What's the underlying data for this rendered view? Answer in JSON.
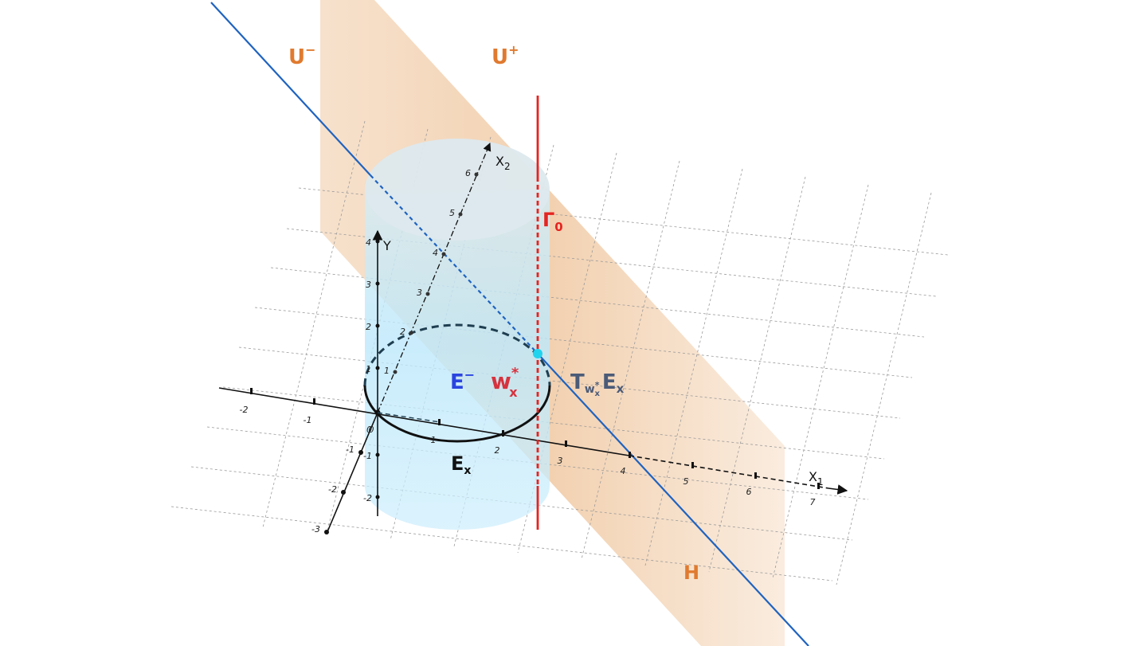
{
  "labels": {
    "u_minus": {
      "base": "U",
      "sup": "−"
    },
    "u_plus": {
      "base": "U",
      "sup": "+"
    },
    "gamma": {
      "base": "Γ",
      "sub": "0"
    },
    "e_minus": {
      "base": "E",
      "sup": "−"
    },
    "w_star": {
      "base": "w",
      "sup": "*",
      "sub": "x"
    },
    "tangent": {
      "base": "T",
      "sub_base": "w",
      "sub_sup": "*",
      "sub_sub": "x",
      "tail_base": "E",
      "tail_sub": "x"
    },
    "e_x": {
      "base": "E",
      "sub": "x"
    },
    "h": "H"
  },
  "axes": {
    "x1": {
      "name": "X",
      "sub": "1",
      "ticks": [
        "-2",
        "-1",
        "0",
        "1",
        "2",
        "3",
        "4",
        "5",
        "6",
        "7"
      ]
    },
    "y": {
      "name": "Y",
      "ticks": [
        "4",
        "3",
        "2",
        "1",
        "0",
        "-1",
        "-2"
      ]
    },
    "x2": {
      "name": "X",
      "sub": "2",
      "ticks": [
        "1",
        "2",
        "3",
        "4",
        "5",
        "6"
      ]
    },
    "x3": {
      "ticks": [
        "-1",
        "-2",
        "-3"
      ]
    }
  },
  "colors": {
    "half_space": "#f0c9a3",
    "cylinder": "#bde8fb",
    "gamma_line": "#e52420",
    "tangent_line": "#1f63c0",
    "label_orange": "#e07a2f",
    "label_blue": "#2a44e0",
    "label_red": "#d6333f",
    "label_slate": "#4b5b78",
    "point": "#22d3ee"
  }
}
